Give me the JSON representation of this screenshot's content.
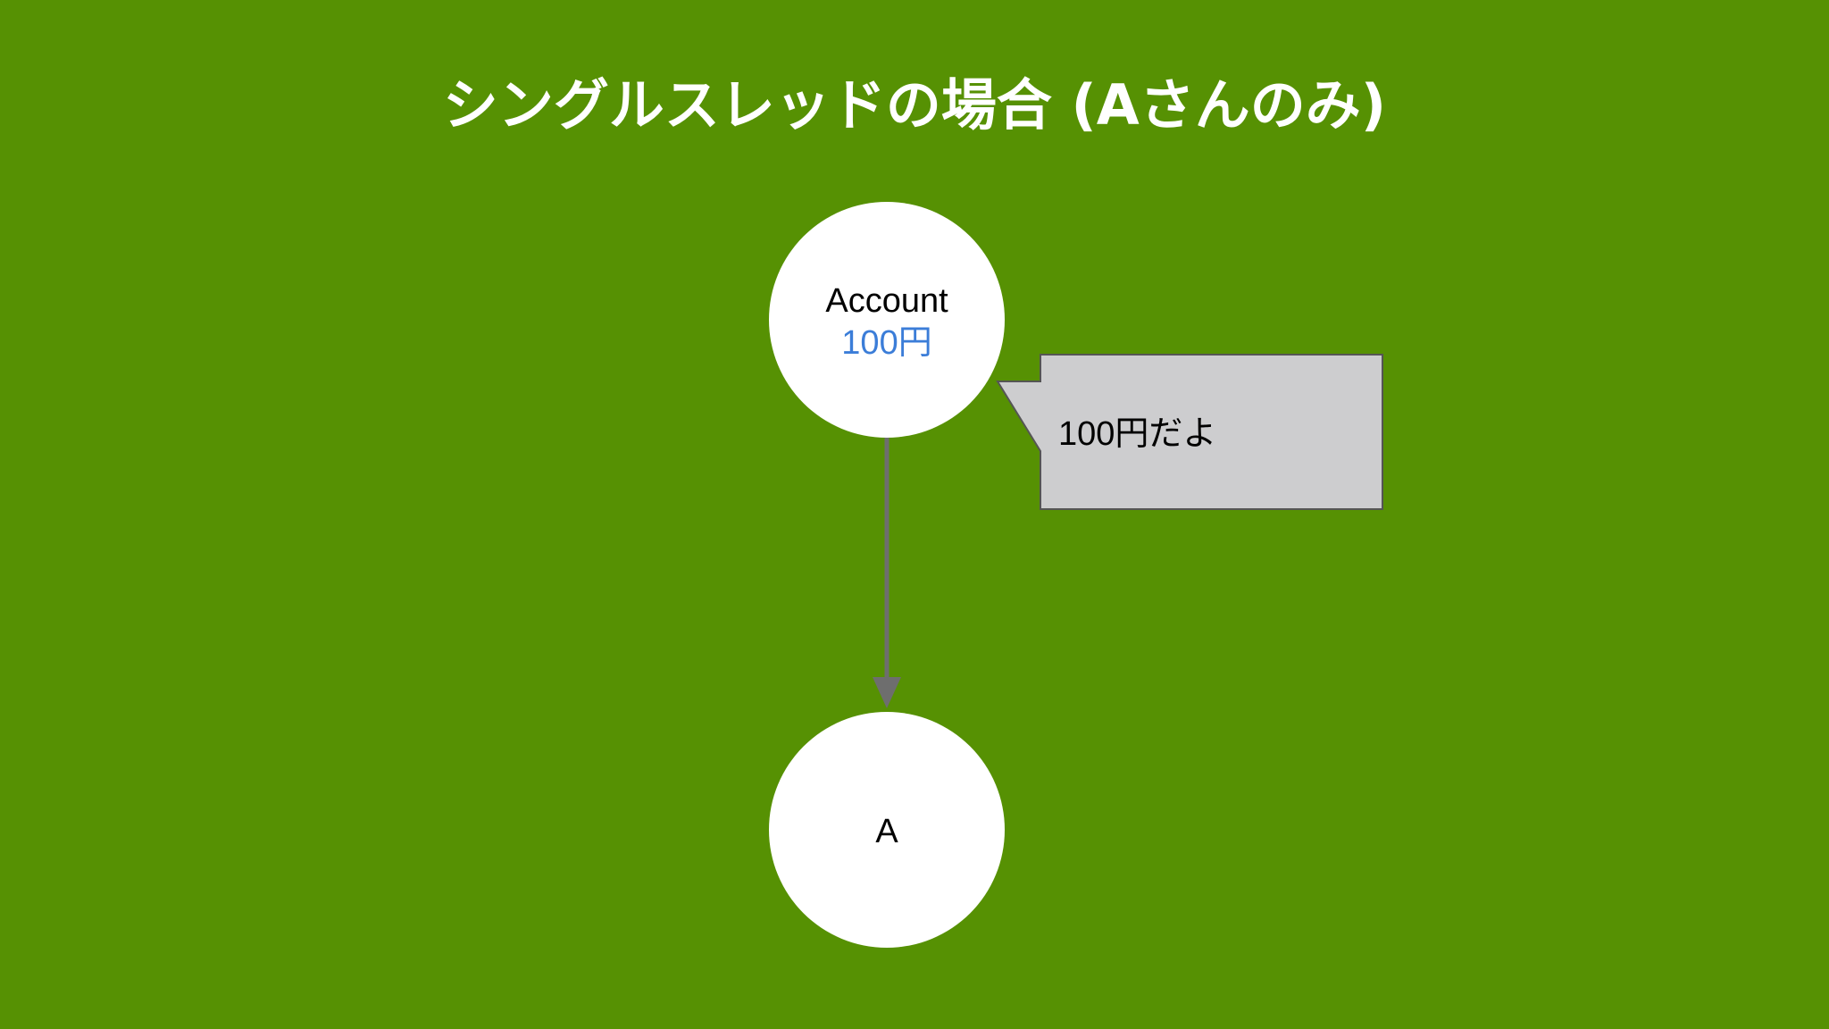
{
  "slide": {
    "title": "シングルスレッドの場合 (Aさんのみ)",
    "background_color": "#569103"
  },
  "diagram": {
    "account_node": {
      "label": "Account",
      "value": "100円",
      "value_color": "#3b7dd8"
    },
    "thread_node": {
      "label": "A"
    },
    "speech_bubble": {
      "text": "100円だよ",
      "fill_color": "#cdcdcf",
      "border_color": "#555555"
    },
    "arrow_color": "#6e6e6e"
  }
}
